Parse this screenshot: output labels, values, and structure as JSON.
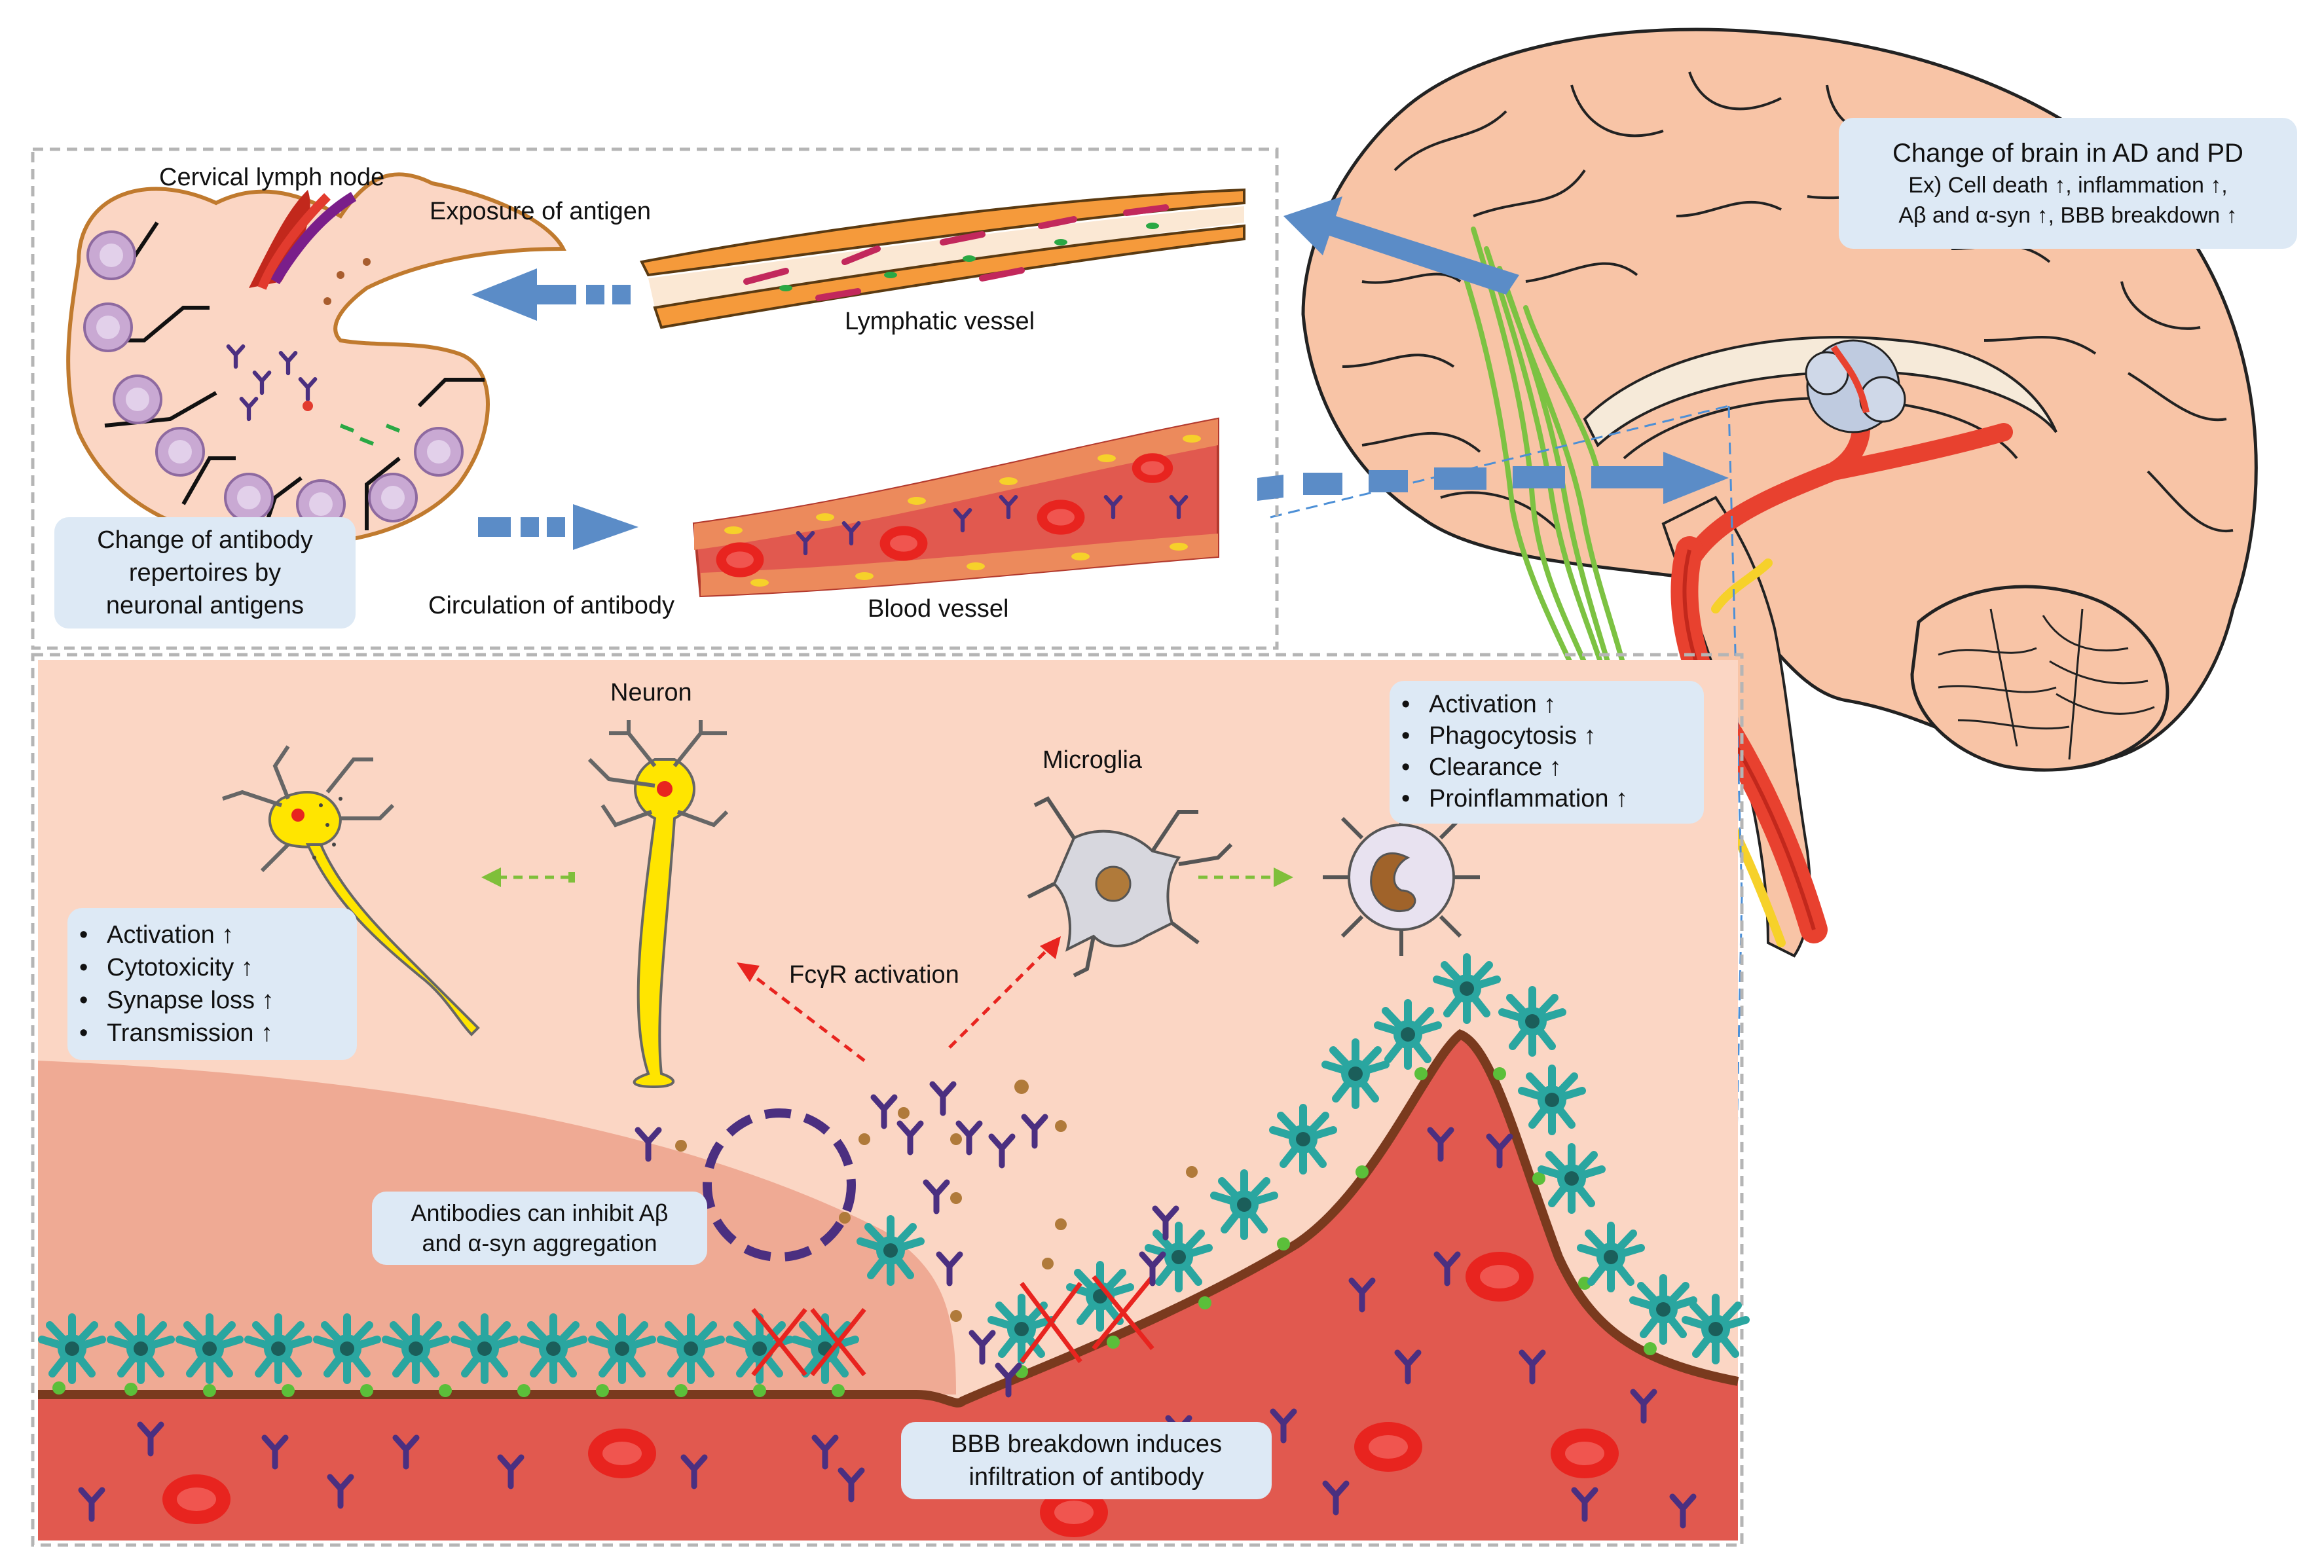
{
  "labels": {
    "cervical_lymph_node": "Cervical lymph node",
    "exposure_of_antigen": "Exposure of antigen",
    "lymphatic_vessel": "Lymphatic vessel",
    "circulation_of_antibody": "Circulation of antibody",
    "blood_vessel": "Blood vessel",
    "neuron": "Neuron",
    "microglia": "Microglia",
    "fcgr_activation": "FcγR activation"
  },
  "boxes": {
    "antibody_repertoire": [
      "Change of antibody",
      "repertoires by",
      "neuronal antigens"
    ],
    "brain_change": {
      "title": "Change of brain in AD and PD",
      "lines": [
        "Ex) Cell death ↑, inflammation ↑,",
        "Aβ and α-syn ↑, BBB breakdown ↑"
      ]
    },
    "neuron_effects": [
      "Activation ↑",
      "Cytotoxicity ↑",
      "Synapse loss ↑",
      "Transmission ↑"
    ],
    "microglia_effects": [
      "Activation ↑",
      "Phagocytosis ↑",
      "Clearance ↑",
      "Proinflammation ↑"
    ],
    "antibody_inhibit": [
      "Antibodies can inhibit Aβ",
      "and α-syn aggregation"
    ],
    "bbb_breakdown": [
      "BBB breakdown  induces",
      "infiltration of antibody"
    ]
  },
  "colors": {
    "tissue": "#fbd6c4",
    "vessel": "#e1594f",
    "rbc": "#e8241f",
    "antibody": "#4b2f80",
    "astrocyte": "#2aa6a0",
    "neuron": "#ffe500",
    "arrow_blue": "#5b8cc7",
    "arrow_red": "#e8241f",
    "arrow_green": "#7fbf3a",
    "label_box": "#dde9f5",
    "brain": "#f8c4a6",
    "lymph_vessel": "#f59a3b",
    "nerve_green": "#7cc242"
  },
  "icons": [
    "lymph-node",
    "lymphatic-vessel",
    "blood-vessel",
    "brain-sagittal",
    "neuron",
    "damaged-neuron",
    "microglia",
    "activated-microglia",
    "astrocyte",
    "antibody",
    "red-blood-cell"
  ]
}
